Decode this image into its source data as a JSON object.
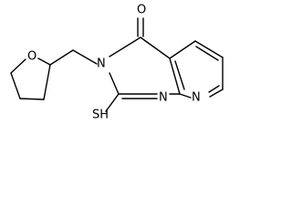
{
  "molecule": {
    "atoms": {
      "o_ring": "O",
      "n3": "N",
      "o_carbonyl": "O",
      "sh": "SH",
      "n1": "N",
      "n8": "N"
    }
  }
}
